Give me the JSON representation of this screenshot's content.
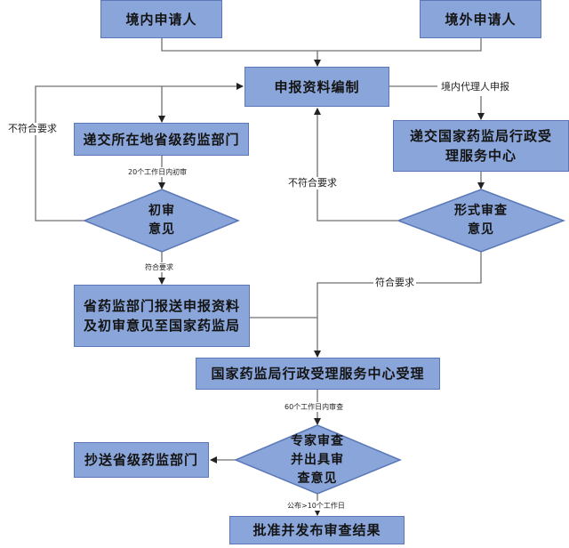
{
  "colors": {
    "node_fill": "#8aa5d9",
    "node_border": "#5a78b8",
    "line": "#707070"
  },
  "nodes": {
    "domestic_applicant": "境内申请人",
    "foreign_applicant": "境外申请人",
    "prepare_dossier": "申报资料编制",
    "submit_provincial": "递交所在地省级药监部门",
    "submit_nmpa_center": "递交国家药监局行政受理服务中心",
    "preliminary_review": "初审\n意见",
    "formal_review": "形式审查\n意见",
    "provincial_forward": "省药监部门报送申报资料\n及初审意见至国家药监局",
    "nmpa_acceptance": "国家药监局行政受理服务中心受理",
    "expert_review": "专家审查\n并出具审\n查意见",
    "copy_provincial": "抄送省级药监部门",
    "approve_publish": "批准并发布审查结果"
  },
  "edge_labels": {
    "not_compliant_left": "不符合要求",
    "domestic_agent": "境内代理人申报",
    "preliminary_20_days": "20个工作日内初审",
    "not_compliant_right": "不符合要求",
    "compliant_left": "符合要求",
    "compliant_right": "符合要求",
    "review_60_days": "60个工作日内审查",
    "publish_10_days": "公布>10个工作日"
  }
}
